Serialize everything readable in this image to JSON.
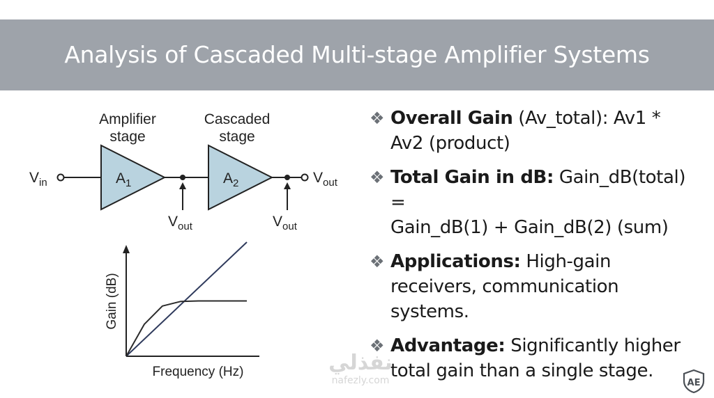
{
  "slide": {
    "title": "Analysis of Cascaded Multi-stage Amplifier Systems"
  },
  "diagram": {
    "label_stage1": [
      "Amplifier",
      "stage"
    ],
    "label_stage2": [
      "Cascaded",
      "stage"
    ],
    "amp1": {
      "base": "A",
      "sub": "1"
    },
    "amp2": {
      "base": "A",
      "sub": "2"
    },
    "vin": {
      "base": "V",
      "sub": "in"
    },
    "vout_main": {
      "base": "V",
      "sub": "out"
    },
    "vout_tap1": {
      "base": "V",
      "sub": "out"
    },
    "vout_tap2": {
      "base": "V",
      "sub": "out"
    },
    "amp_fill": "#b9d3df",
    "line_color": "#222222"
  },
  "chart_data": {
    "type": "line",
    "xlabel": "Frequency (Hz)",
    "ylabel": "Gain (dB)",
    "series": [
      {
        "points": [
          [
            0,
            0
          ],
          [
            1,
            1
          ]
        ],
        "color": "#2f3a5c"
      },
      {
        "points": [
          [
            0,
            0
          ],
          [
            0.15,
            0.28
          ],
          [
            0.3,
            0.44
          ],
          [
            0.45,
            0.48
          ],
          [
            0.6,
            0.485
          ],
          [
            1,
            0.485
          ]
        ],
        "color": "#2b2b2b"
      }
    ],
    "xlim": [
      0,
      1
    ],
    "ylim": [
      0,
      1
    ],
    "grid": false
  },
  "bullets": [
    {
      "head": "Overall Gain",
      "lines": [
        "<b>Overall Gain</b> (Av_total): Av1 *",
        "Av2 (product)"
      ]
    },
    {
      "head": "Total Gain in dB:",
      "lines": [
        "<b>Total Gain in dB:</b> Gain_dB(total) =",
        "Gain_dB(1) + Gain_dB(2) (sum)"
      ]
    },
    {
      "head": "Applications:",
      "lines": [
        "<b>Applications:</b> High-gain",
        "receivers, communication",
        "systems."
      ]
    },
    {
      "head": "Advantage:",
      "lines": [
        "<b>Advantage:</b> Significantly higher",
        "total gain than a single stage."
      ]
    }
  ],
  "bullet_mark": "❖",
  "watermark": {
    "arabic": "نفذلي",
    "latin": "nafezly.com"
  },
  "logo": {
    "text": "AE",
    "icon": "shield-logo-icon"
  }
}
